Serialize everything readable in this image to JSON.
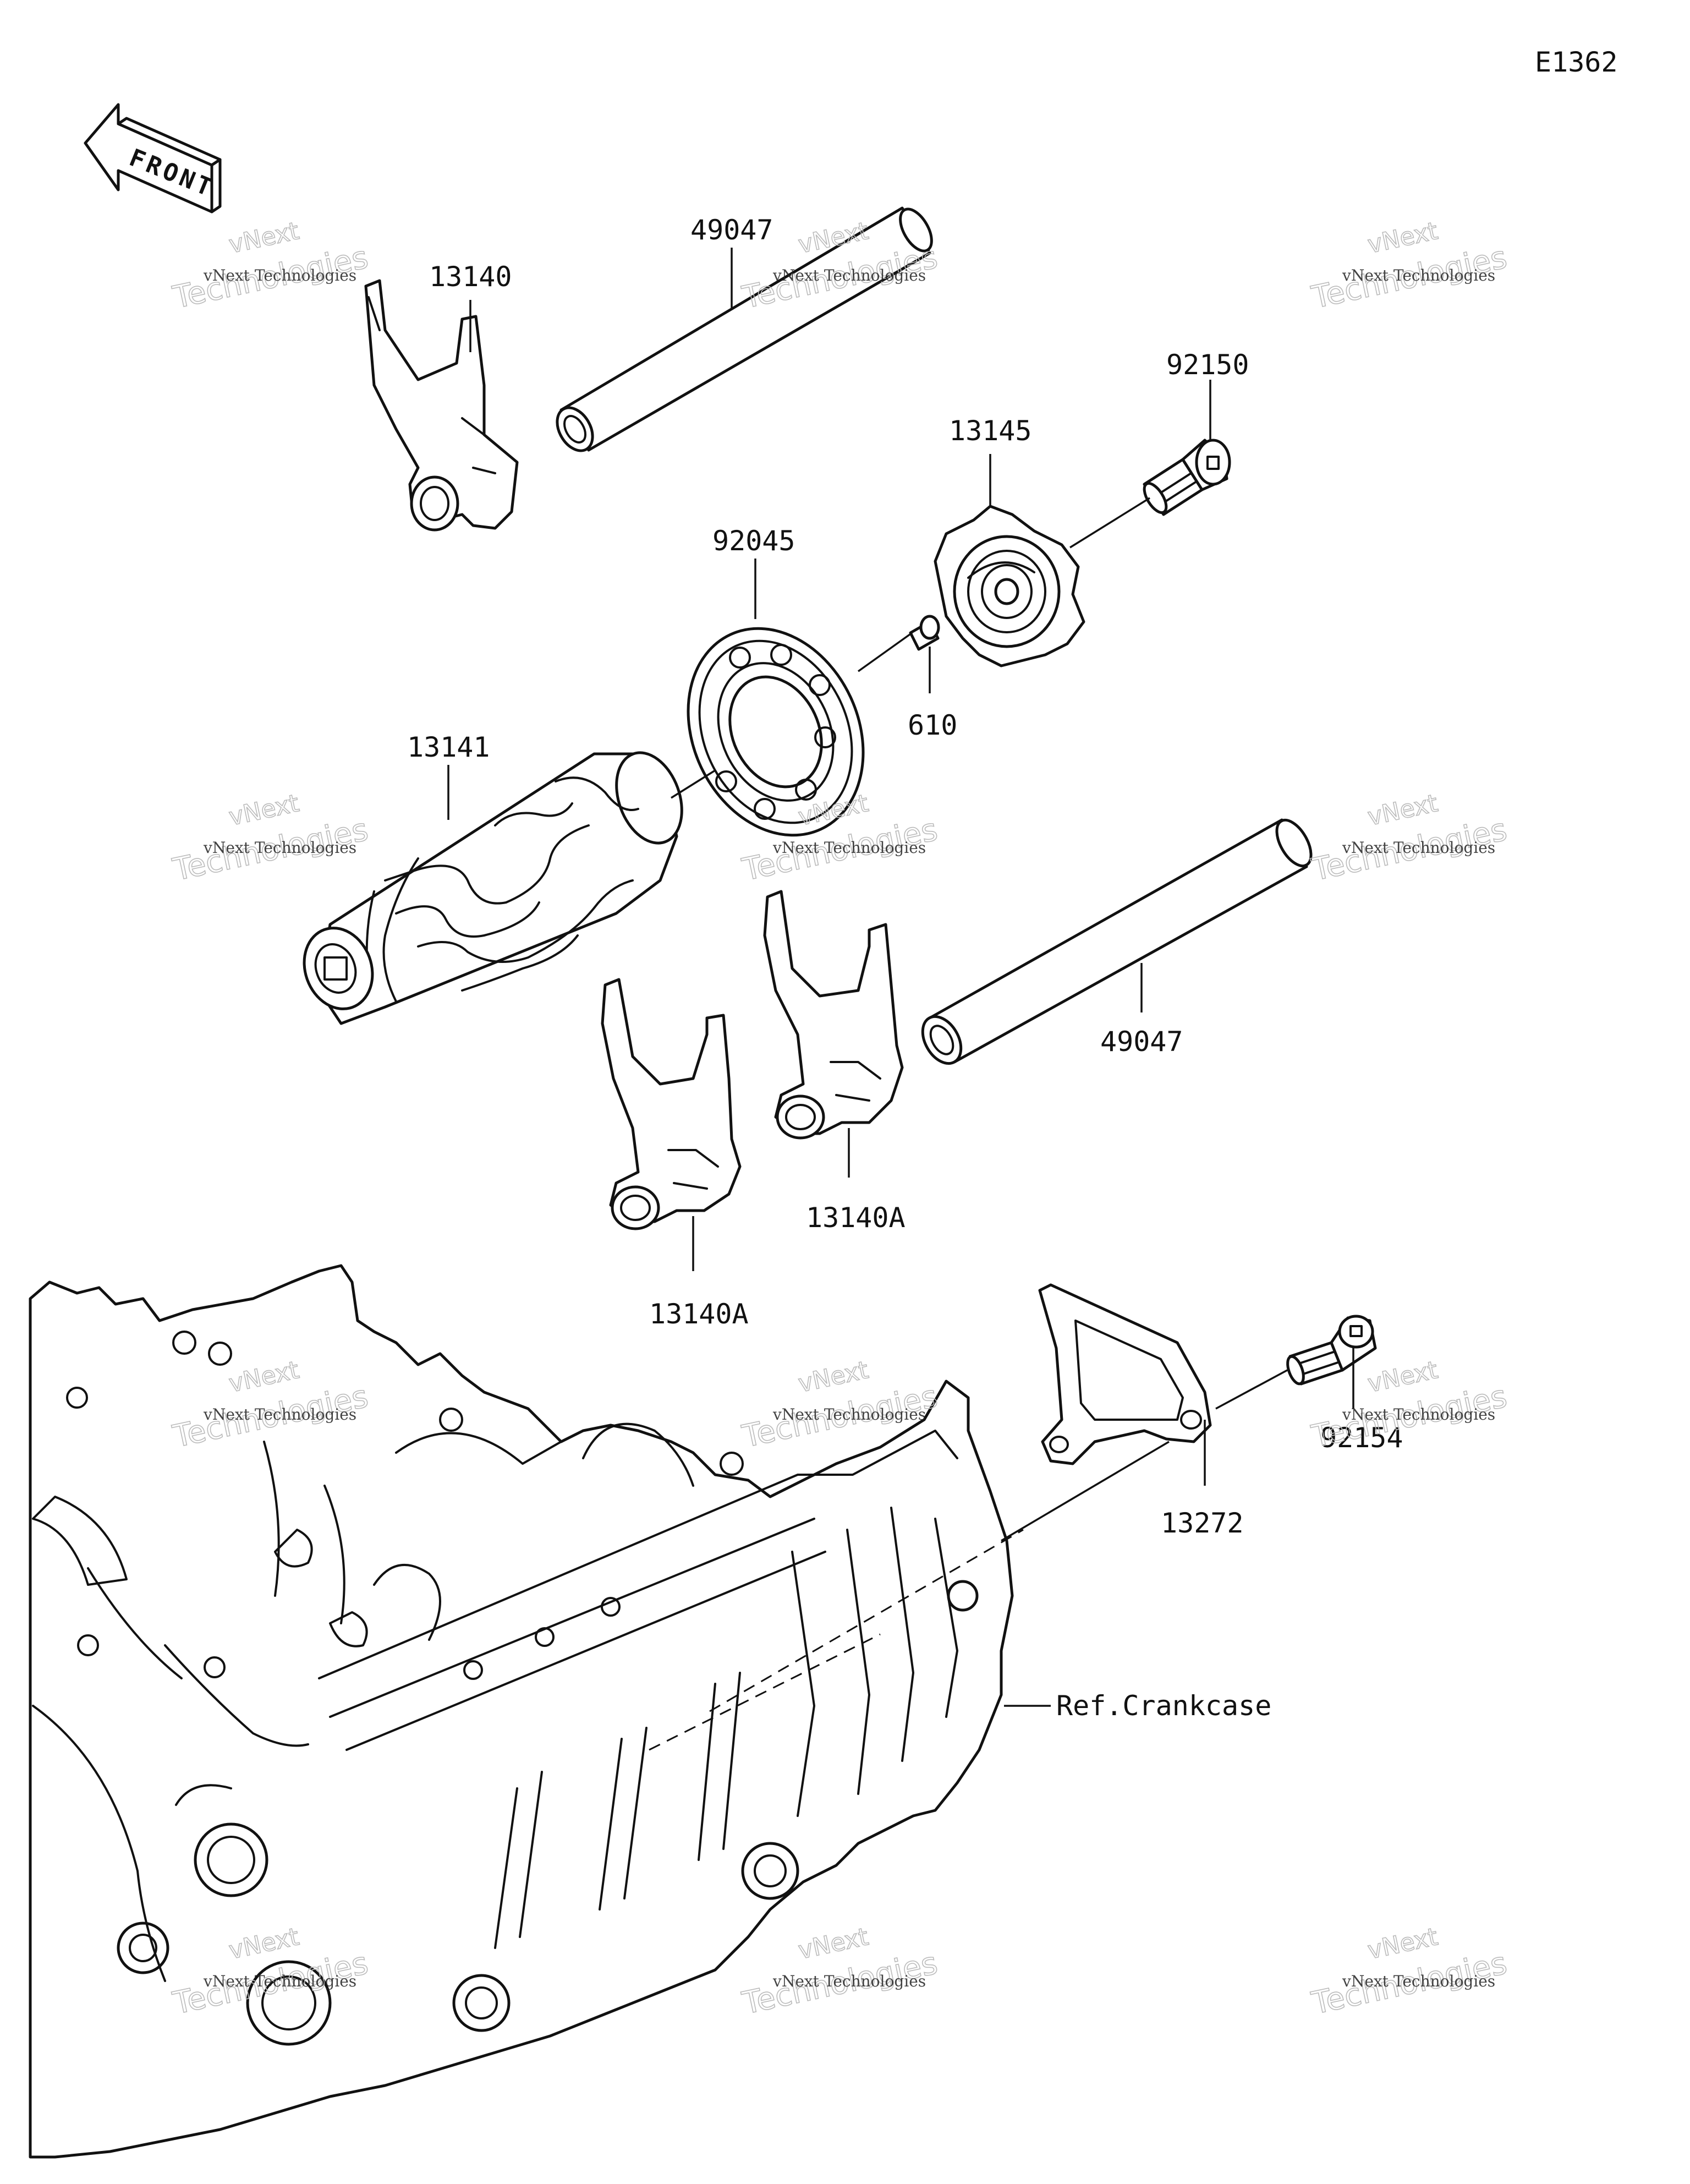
{
  "diagram_code": "E1362",
  "front_label": "FRONT",
  "watermark": {
    "line1": "vNext Technologies",
    "line2": "Technologies",
    "line3": "vNext"
  },
  "parts": {
    "shift_fork_13140": "13140",
    "shift_rod_upper": "49047",
    "bolt_92150": "92150",
    "stopper_13145": "13145",
    "bearing_92045": "92045",
    "pin_610": "610",
    "shift_drum_13141": "13141",
    "shift_rod_lower": "49047",
    "shift_fork_13140a_right": "13140A",
    "shift_fork_13140a_left": "13140A",
    "plate_13272": "13272",
    "bolt_92154": "92154",
    "ref_crankcase": "Ref.Crankcase"
  }
}
